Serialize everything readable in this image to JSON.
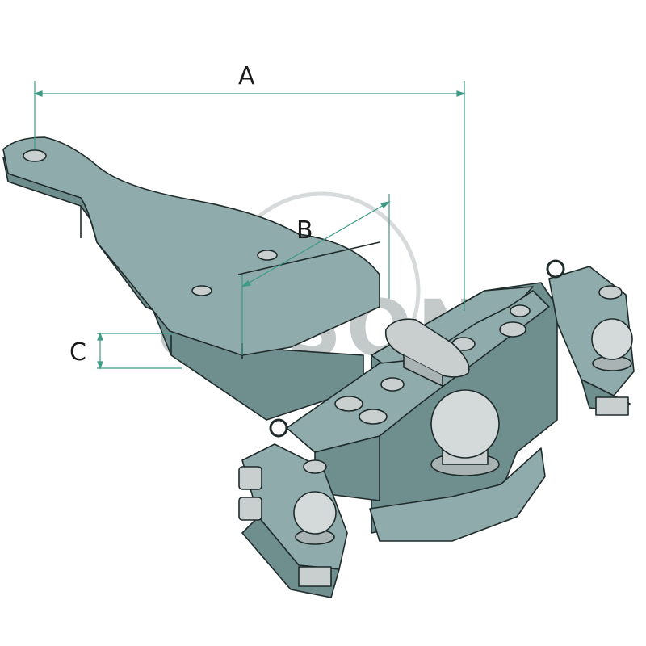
{
  "dimensions": {
    "a_label": "A",
    "b_label": "B",
    "c_label": "C"
  },
  "watermark": {
    "text": "URSON"
  },
  "colors": {
    "body_fill": "#8fabab",
    "body_dark": "#6f8e8e",
    "outline": "#1f2a2a",
    "dimension_line": "#3f9a86",
    "steel": "#c9cfcf"
  }
}
